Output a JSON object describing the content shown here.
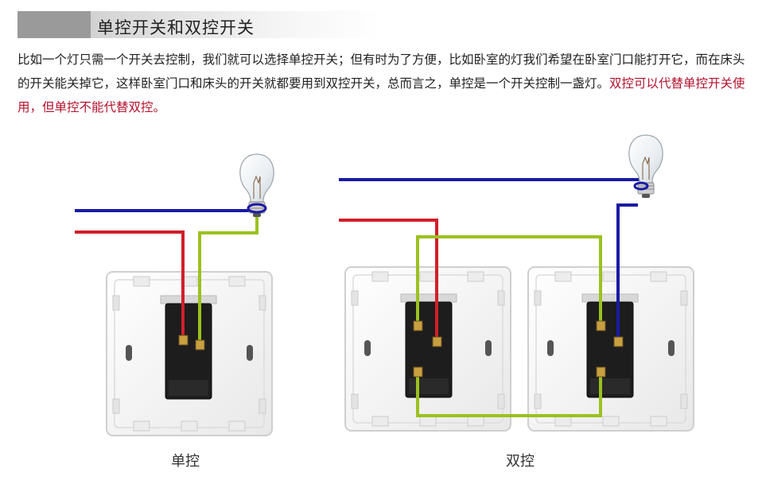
{
  "header": {
    "title": "单控开关和双控开关"
  },
  "description": {
    "text": "比如一个灯只需一个开关去控制，我们就可以选择单控开关；但有时为了方便，比如卧室的灯我们希望在卧室门口能打开它，而在床头的开关能关掉它，这样卧室门口和床头的开关就都要用到双控开关，总而言之，单控是一个开关控制一盏灯。",
    "highlight": "双控可以代替单控开关使用，但单控不能代替双控。"
  },
  "captions": {
    "single": "单控",
    "double": "双控"
  },
  "colors": {
    "live": "#d11f2a",
    "neutral": "#1a1aa6",
    "control": "#9cc11f",
    "terminal": "#c8a040"
  },
  "icons": [
    "light-bulb-icon",
    "wall-switch-icon"
  ]
}
